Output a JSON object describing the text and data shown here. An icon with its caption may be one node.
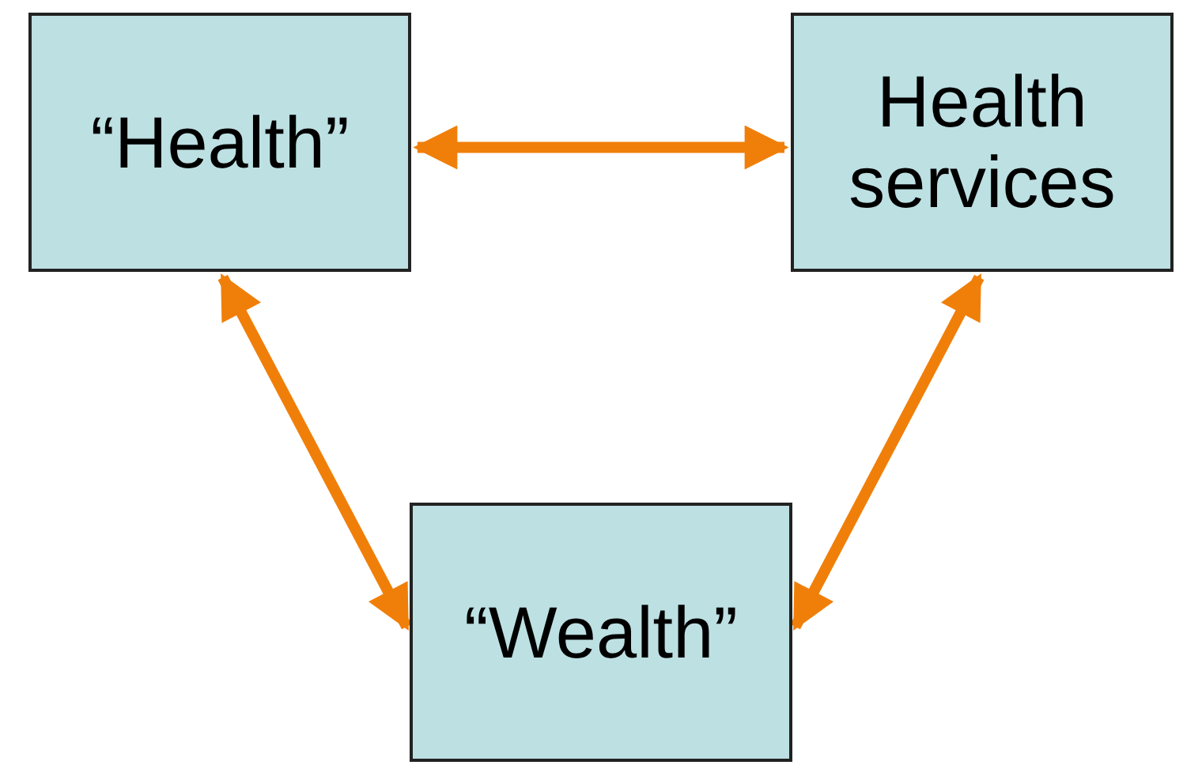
{
  "diagram": {
    "nodes": [
      {
        "text": [
          "“Health”"
        ]
      },
      {
        "text": [
          "Health services"
        ]
      },
      {
        "text": [
          "“Wealth”"
        ]
      }
    ],
    "edges": [
      {
        "from": 0,
        "to": 1,
        "arrow": "both"
      },
      {
        "from": 0,
        "to": 2,
        "arrow": "both"
      },
      {
        "from": 1,
        "to": 2,
        "arrow": "both"
      }
    ]
  }
}
